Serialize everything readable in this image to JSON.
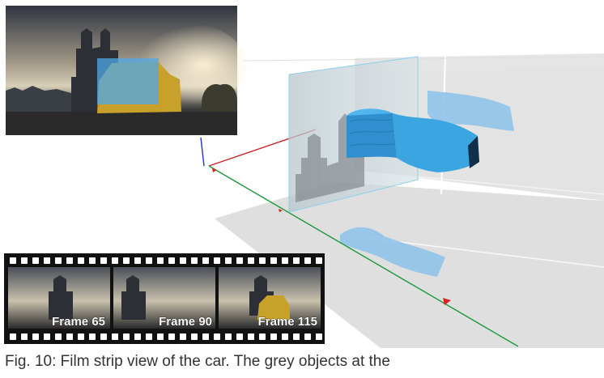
{
  "filmstrip": {
    "frames": [
      {
        "label": "Frame 65"
      },
      {
        "label": "Frame 90"
      },
      {
        "label": "Frame 115"
      }
    ]
  },
  "caption": {
    "text": "Fig. 10: Film strip view of the car. The grey objects at the"
  },
  "colors": {
    "volume_blue": "#3aa5e0",
    "shadow_blue": "#8fc3ea",
    "x_axis": "#cc2222",
    "y_axis": "#1a9a3a",
    "z_axis": "#2233cc",
    "plane_grey": "#d6d6d6",
    "film_black": "#111111"
  }
}
